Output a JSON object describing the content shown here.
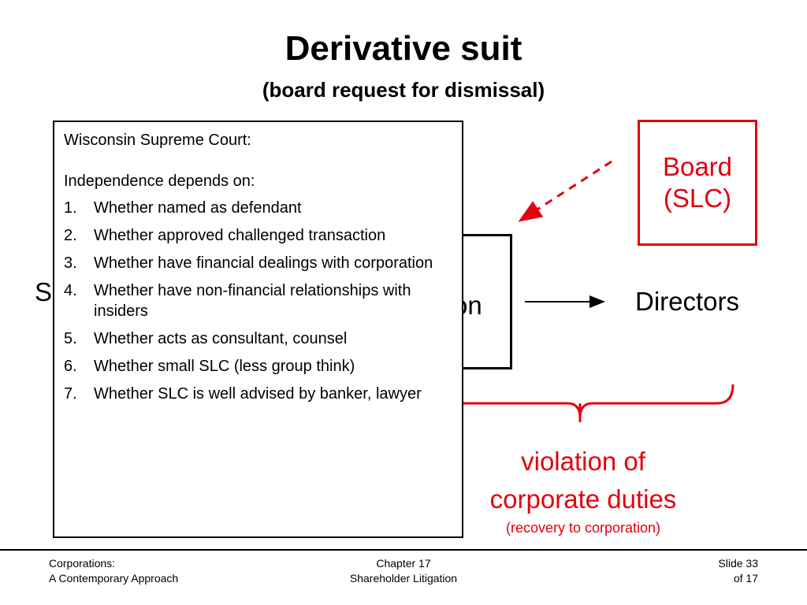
{
  "slide": {
    "title": "Derivative suit",
    "subtitle": "(board request for dismissal)"
  },
  "diagram": {
    "left_label_fragment": "S",
    "center_label_fragment": "on",
    "right_label": "Directors",
    "board": {
      "line1": "Board",
      "line2": "(SLC)"
    },
    "violation": {
      "line1": "violation of",
      "line2": "corporate duties",
      "note": "(recovery to corporation)"
    },
    "accent_color": "#e3000f"
  },
  "info_box": {
    "heading": "Wisconsin Supreme Court:",
    "intro": "Independence depends on:",
    "items": [
      {
        "num": "1.",
        "text": "Whether named as defendant"
      },
      {
        "num": "2.",
        "text": "Whether approved challenged transaction"
      },
      {
        "num": "3.",
        "text": "Whether have financial dealings with corporation"
      },
      {
        "num": "4.",
        "text": "Whether have non-financial relationships with insiders"
      },
      {
        "num": "5.",
        "text": "Whether acts as consultant, counsel"
      },
      {
        "num": "6.",
        "text": "Whether small SLC (less group think)"
      },
      {
        "num": "7.",
        "text": "Whether SLC is well advised by banker, lawyer"
      }
    ]
  },
  "footer": {
    "left_line1": "Corporations:",
    "left_line2": "A Contemporary Approach",
    "center_line1": "Chapter 17",
    "center_line2": "Shareholder Litigation",
    "right_line1": "Slide 33",
    "right_line2": "of 17"
  }
}
